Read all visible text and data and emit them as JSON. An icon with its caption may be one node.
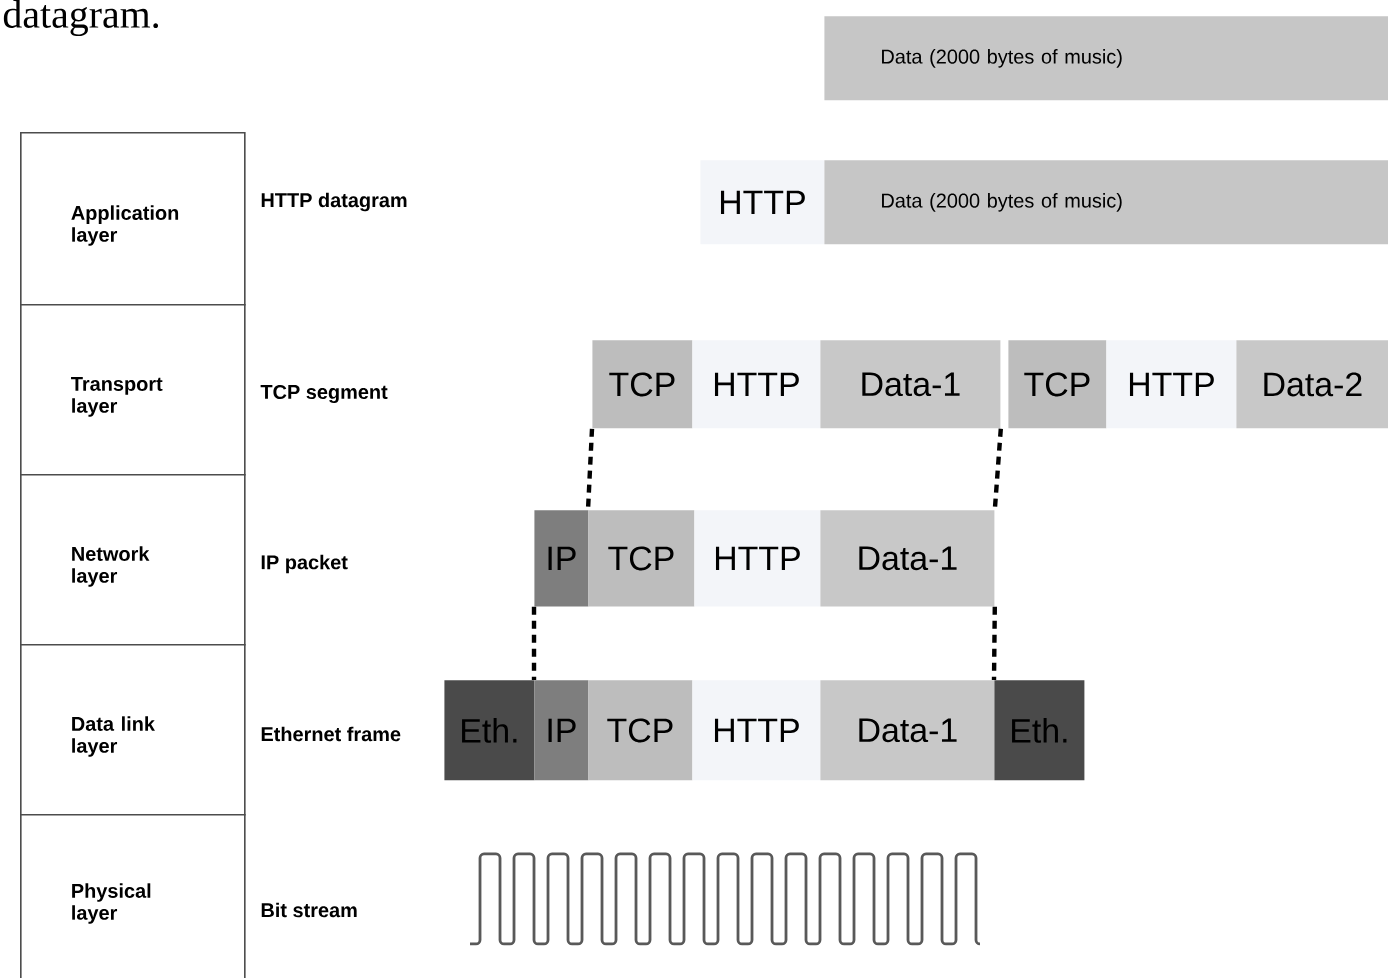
{
  "diagram": {
    "nodes": [
      {
        "text": [
          "Data (2000 bytes of music)"
        ]
      },
      {
        "text": [
          "Application layer"
        ]
      },
      {
        "text": [
          "HTTP"
        ]
      },
      {
        "text": [
          "Data (2000 bytes of music)"
        ]
      },
      {
        "text": [
          "Transport layer"
        ]
      },
      {
        "text": [
          "TCP"
        ]
      },
      {
        "text": [
          "HTTP"
        ]
      },
      {
        "text": [
          "Data-1"
        ]
      },
      {
        "text": [
          "TCP"
        ]
      },
      {
        "text": [
          "HTTP"
        ]
      },
      {
        "text": [
          "Data-2"
        ]
      },
      {
        "text": [
          "Network layer"
        ]
      },
      {
        "text": [
          "IP"
        ]
      },
      {
        "text": [
          "TCP"
        ]
      },
      {
        "text": [
          "HTTP"
        ]
      },
      {
        "text": [
          "Data-1"
        ]
      },
      {
        "text": [
          "Data link layer"
        ]
      },
      {
        "text": [
          "Eth."
        ]
      },
      {
        "text": [
          "IP"
        ]
      },
      {
        "text": [
          "TCP"
        ]
      },
      {
        "text": [
          "HTTP"
        ]
      },
      {
        "text": [
          "Data-1"
        ]
      },
      {
        "text": [
          "Eth."
        ]
      },
      {
        "text": [
          "Physical layer"
        ]
      }
    ],
    "edges": [
      {
        "from": 5,
        "to": 13,
        "arrow": "none",
        "style": "dashed"
      },
      {
        "from": 7,
        "to": 15,
        "arrow": "none",
        "style": "dashed"
      },
      {
        "from": 12,
        "to": 18,
        "arrow": "none",
        "style": "dashed"
      },
      {
        "from": 15,
        "to": 22,
        "arrow": "none",
        "style": "dashed"
      }
    ],
    "labels": [
      "datagram.",
      "HTTP datagram",
      "TCP segment",
      "IP packet",
      "Ethernet frame",
      "Bit stream"
    ]
  }
}
